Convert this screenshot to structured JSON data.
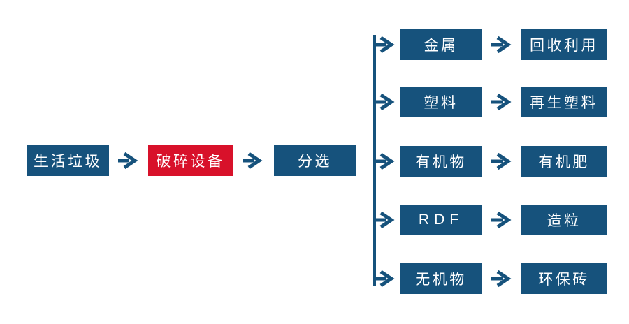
{
  "colors": {
    "box_blue": "#16527C",
    "box_red": "#D8112A",
    "text_white": "#FFFFFF",
    "background": "#FFFFFF"
  },
  "main_chain": [
    {
      "label": "生活垃圾"
    },
    {
      "label": "破碎设备"
    },
    {
      "label": "分选"
    }
  ],
  "branches": [
    {
      "category": "金属",
      "outcome": "回收利用"
    },
    {
      "category": "塑料",
      "outcome": "再生塑料"
    },
    {
      "category": "有机物",
      "outcome": "有机肥"
    },
    {
      "category": "RDF",
      "outcome": "造粒"
    },
    {
      "category": "无机物",
      "outcome": "环保砖"
    }
  ],
  "icons": {
    "arrow": "right-arrow"
  }
}
